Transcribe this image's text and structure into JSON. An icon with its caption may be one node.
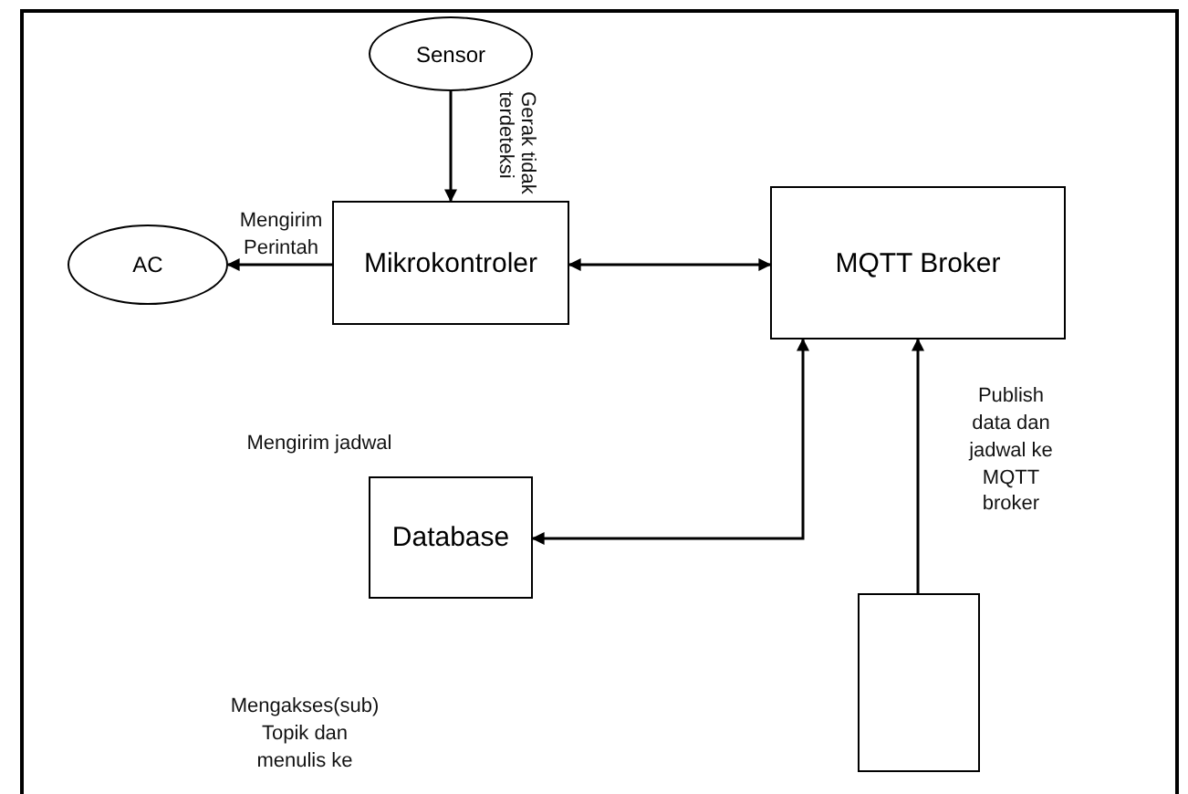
{
  "diagram": {
    "nodes": [
      {
        "text": [
          "Sensor"
        ]
      },
      {
        "text": [
          "AC"
        ]
      },
      {
        "text": [
          "Mikrokontroler"
        ]
      },
      {
        "text": [
          "MQTT Broker"
        ]
      },
      {
        "text": [
          "Database"
        ]
      },
      {
        "text": [],
        "shape": "box"
      }
    ],
    "edges": [
      {
        "from": 0,
        "to": 2,
        "arrow": "to",
        "label": "Gerak tidak terdeteksi"
      },
      {
        "from": 2,
        "to": 1,
        "arrow": "to",
        "label": "Mengirim Perintah"
      },
      {
        "from": 2,
        "to": 3,
        "arrow": "both"
      },
      {
        "from": 3,
        "to": 4,
        "arrow": "both"
      },
      {
        "from": 5,
        "to": 3,
        "arrow": "to",
        "label": "Publish data dan jadwal ke MQTT broker"
      }
    ],
    "labels": [
      "Mengirim jadwal",
      "Mengakses(sub) Topik dan menulis ke"
    ]
  }
}
